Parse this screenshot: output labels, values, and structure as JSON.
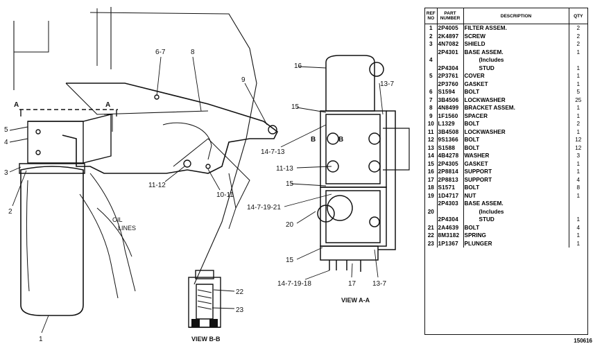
{
  "drawing": {
    "callouts": [
      "1",
      "2",
      "3",
      "4",
      "5",
      "6-7",
      "8",
      "9",
      "11-12",
      "10-11",
      "OIL",
      "LINES",
      "16",
      "13-7",
      "15",
      "14-7-13",
      "11-13",
      "15",
      "14-7-19-21",
      "20",
      "15",
      "14-7-19-18",
      "17",
      "13-7",
      "22",
      "23",
      "A",
      "A",
      "B",
      "B"
    ],
    "view_aa": "VIEW A-A",
    "view_bb": "VIEW B-B"
  },
  "table": {
    "headers": [
      "REF NO",
      "PART NUMBER",
      "DESCRIPTION",
      "QTY"
    ],
    "rows": [
      {
        "ref": "1",
        "part": "2P4005",
        "desc": "FILTER ASSEM.",
        "qty": "2"
      },
      {
        "ref": "2",
        "part": "2K4897",
        "desc": "SCREW",
        "qty": "2"
      },
      {
        "ref": "3",
        "part": "4N7082",
        "desc": "SHIELD",
        "qty": "2"
      },
      {
        "ref": "",
        "part": "2P4301",
        "desc": "BASE ASSEM.",
        "qty": "1"
      },
      {
        "ref": "4",
        "part": "",
        "desc": "(Includes",
        "qty": ""
      },
      {
        "ref": "",
        "part": "2P4304",
        "desc": "STUD",
        "qty": "1"
      },
      {
        "ref": "5",
        "part": "2P3761",
        "desc": "COVER",
        "qty": "1"
      },
      {
        "ref": "",
        "part": "2P3760",
        "desc": "GASKET",
        "qty": "1"
      },
      {
        "ref": "6",
        "part": "S1594",
        "desc": "BOLT",
        "qty": "5"
      },
      {
        "ref": "7",
        "part": "3B4506",
        "desc": "LOCKWASHER",
        "qty": "25"
      },
      {
        "ref": "8",
        "part": "4N8499",
        "desc": "BRACKET ASSEM.",
        "qty": "1"
      },
      {
        "ref": "9",
        "part": "1F1560",
        "desc": "SPACER",
        "qty": "1"
      },
      {
        "ref": "10",
        "part": "L1329",
        "desc": "BOLT",
        "qty": "2"
      },
      {
        "ref": "11",
        "part": "3B4508",
        "desc": "LOCKWASHER",
        "qty": "1"
      },
      {
        "ref": "12",
        "part": "9S1366",
        "desc": "BOLT",
        "qty": "12"
      },
      {
        "ref": "13",
        "part": "S1588",
        "desc": "BOLT",
        "qty": "12"
      },
      {
        "ref": "14",
        "part": "4B4278",
        "desc": "WASHER",
        "qty": "3"
      },
      {
        "ref": "15",
        "part": "2P4305",
        "desc": "GASKET",
        "qty": "1"
      },
      {
        "ref": "16",
        "part": "2P8814",
        "desc": "SUPPORT",
        "qty": "1"
      },
      {
        "ref": "17",
        "part": "2P8813",
        "desc": "SUPPORT",
        "qty": "4"
      },
      {
        "ref": "18",
        "part": "S1571",
        "desc": "BOLT",
        "qty": "8"
      },
      {
        "ref": "19",
        "part": "1D4717",
        "desc": "NUT",
        "qty": "1"
      },
      {
        "ref": "",
        "part": "2P4303",
        "desc": "BASE ASSEM.",
        "qty": ""
      },
      {
        "ref": "20",
        "part": "",
        "desc": "(Includes",
        "qty": ""
      },
      {
        "ref": "",
        "part": "2P4304",
        "desc": "STUD",
        "qty": "1"
      },
      {
        "ref": "21",
        "part": "2A4639",
        "desc": "BOLT",
        "qty": "4"
      },
      {
        "ref": "22",
        "part": "8M3182",
        "desc": "SPRING",
        "qty": "1"
      },
      {
        "ref": "23",
        "part": "1P1367",
        "desc": "PLUNGER",
        "qty": "1"
      }
    ],
    "figure_number": "150616"
  }
}
